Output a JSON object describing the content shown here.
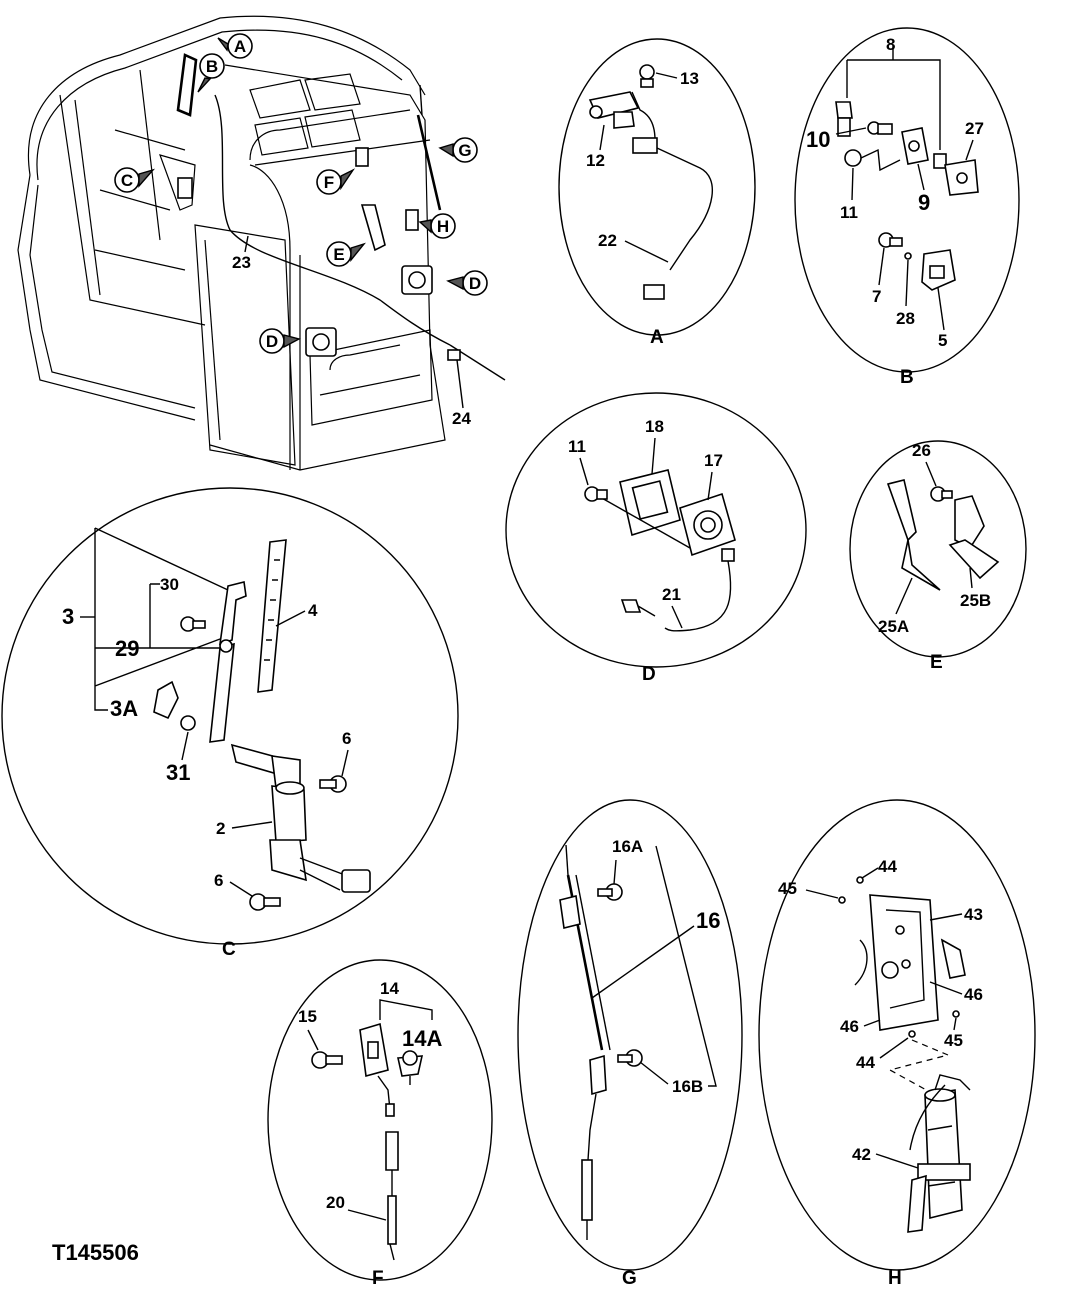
{
  "figure_id": "T145506",
  "callouts": {
    "A": "A",
    "B": "B",
    "C": "C",
    "D": "D",
    "E": "E",
    "F": "F",
    "G": "G",
    "H": "H"
  },
  "overview": {
    "labels": {
      "p23": "23",
      "p24": "24"
    }
  },
  "detail_a": {
    "caption": "A",
    "labels": {
      "p12": "12",
      "p13": "13",
      "p22": "22"
    }
  },
  "detail_b": {
    "caption": "B",
    "labels": {
      "p8": "8",
      "p10": "10",
      "p27": "27",
      "p11": "11",
      "p9": "9",
      "p7": "7",
      "p28": "28",
      "p5": "5"
    }
  },
  "detail_c": {
    "caption": "C",
    "labels": {
      "p3": "3",
      "p30": "30",
      "p29": "29",
      "p4": "4",
      "p3A": "3A",
      "p31": "31",
      "p6a": "6",
      "p2": "2",
      "p6b": "6"
    }
  },
  "detail_d": {
    "caption": "D",
    "labels": {
      "p11": "11",
      "p18": "18",
      "p17": "17",
      "p21": "21"
    }
  },
  "detail_e": {
    "caption": "E",
    "labels": {
      "p26": "26",
      "p25A": "25A",
      "p25B": "25B"
    }
  },
  "detail_f": {
    "caption": "F",
    "labels": {
      "p14": "14",
      "p15": "15",
      "p14A": "14A",
      "p20": "20"
    }
  },
  "detail_g": {
    "caption": "G",
    "labels": {
      "p16A": "16A",
      "p16": "16",
      "p16B": "16B"
    }
  },
  "detail_h": {
    "caption": "H",
    "labels": {
      "p44a": "44",
      "p45a": "45",
      "p43": "43",
      "p46a": "46",
      "p46b": "46",
      "p45b": "45",
      "p44b": "44",
      "p42": "42"
    }
  }
}
